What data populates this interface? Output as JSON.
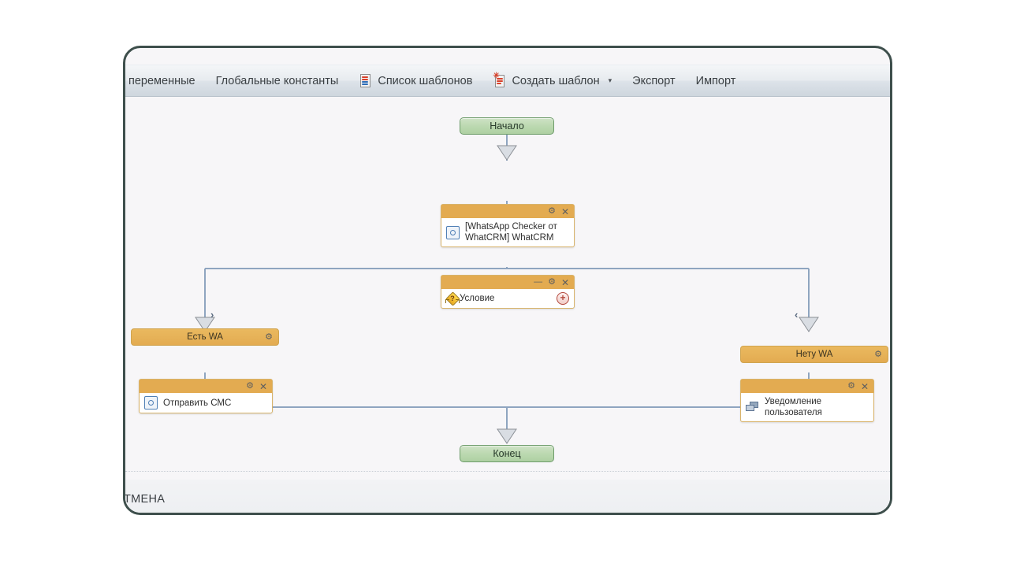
{
  "window": {
    "title_bar_visible": true
  },
  "toolbar": {
    "items": [
      {
        "label": "переменные",
        "icon": "",
        "has_caret": false
      },
      {
        "label": "Глобальные константы",
        "icon": "",
        "has_caret": false
      },
      {
        "label": "Список шаблонов",
        "icon": "template-list-icon",
        "has_caret": false
      },
      {
        "label": "Создать шаблон",
        "icon": "new-template-icon",
        "has_caret": true
      },
      {
        "label": "Экспорт",
        "icon": "",
        "has_caret": false
      },
      {
        "label": "Импорт",
        "icon": "",
        "has_caret": false
      }
    ],
    "caret_glyph": "▾"
  },
  "flow": {
    "start": {
      "label": "Начало"
    },
    "end": {
      "label": "Конец"
    },
    "action_checker": {
      "title": "[WhatsApp Checker от WhatCRM] WhatCRM",
      "icon": "action-square-icon",
      "buttons": {
        "gear": "⚙",
        "close": "✕"
      }
    },
    "condition": {
      "title": "Условие",
      "icon": "condition-warning-icon",
      "buttons": {
        "minimize": "—",
        "gear": "⚙",
        "close": "✕",
        "add": "+"
      }
    },
    "branch_left": {
      "label": "Есть WA",
      "gear": "⚙",
      "chevron": "›"
    },
    "branch_right": {
      "label": "Нету WA",
      "gear": "⚙",
      "chevron": "‹"
    },
    "action_sms": {
      "title": "Отправить СМС",
      "icon": "action-square-icon",
      "buttons": {
        "gear": "⚙",
        "close": "✕"
      }
    },
    "action_notify": {
      "title": "Уведомление пользователя",
      "icon": "notification-screens-icon",
      "buttons": {
        "gear": "⚙",
        "close": "✕"
      }
    }
  },
  "footer": {
    "cancel_label": "ТМЕНА"
  },
  "colors": {
    "node_header": "#e3ab51",
    "branch_fill": "#e3ab51",
    "terminator_fill": "#bcd9b1",
    "terminator_border": "#6e9c6b",
    "wire": "#8fa5c0",
    "dialog_border": "#3e4f4c",
    "canvas_bg": "#f7f6f8"
  }
}
